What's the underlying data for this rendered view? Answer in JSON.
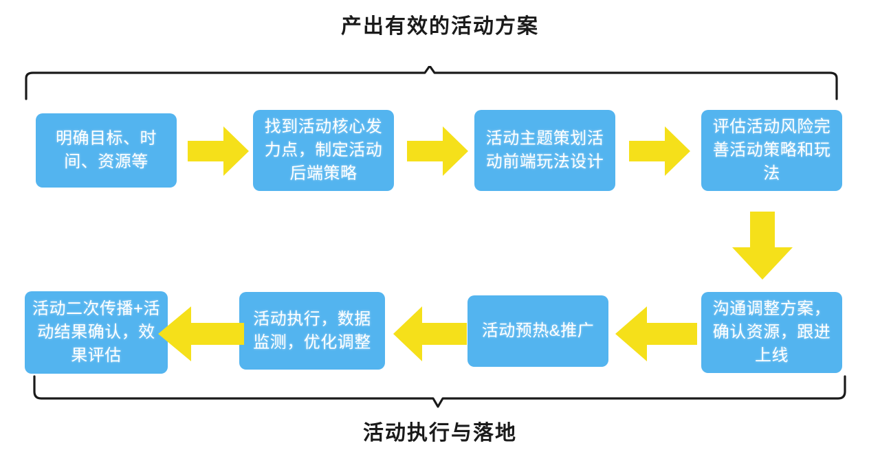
{
  "titles": {
    "top": "产出有效的活动方案",
    "bottom": "活动执行与落地"
  },
  "colors": {
    "box_fill": "#53b4ef",
    "arrow_fill": "#f5e01a",
    "bracket_stroke": "#1a1a1a",
    "text": "#ffffff",
    "title_text": "#1a1a1a",
    "background": "#ffffff"
  },
  "diagram": {
    "type": "process-flow",
    "row_top_label": "产出有效的活动方案",
    "row_bottom_label": "活动执行与落地",
    "steps": [
      {
        "id": 1,
        "text": "明确目标、时间、资源等",
        "row": "top",
        "order": 1
      },
      {
        "id": 2,
        "text": "找到活动核心发力点，制定活动后端策略",
        "row": "top",
        "order": 2
      },
      {
        "id": 3,
        "text": "活动主题策划活动前端玩法设计",
        "row": "top",
        "order": 3
      },
      {
        "id": 4,
        "text": "评估活动风险完善活动策略和玩法",
        "row": "top",
        "order": 4
      },
      {
        "id": 5,
        "text": "沟通调整方案，确认资源，跟进上线",
        "row": "bottom",
        "order": 5
      },
      {
        "id": 6,
        "text": "活动预热&推广",
        "row": "bottom",
        "order": 6
      },
      {
        "id": 7,
        "text": "活动执行，数据监测，优化调整",
        "row": "bottom",
        "order": 7
      },
      {
        "id": 8,
        "text": "活动二次传播+活动结果确认，效果评估",
        "row": "bottom",
        "order": 8
      }
    ],
    "connectors": [
      {
        "from": 1,
        "to": 2,
        "direction": "right"
      },
      {
        "from": 2,
        "to": 3,
        "direction": "right"
      },
      {
        "from": 3,
        "to": 4,
        "direction": "right"
      },
      {
        "from": 4,
        "to": 5,
        "direction": "down"
      },
      {
        "from": 5,
        "to": 6,
        "direction": "left"
      },
      {
        "from": 6,
        "to": 7,
        "direction": "left"
      },
      {
        "from": 7,
        "to": 8,
        "direction": "left"
      }
    ]
  }
}
